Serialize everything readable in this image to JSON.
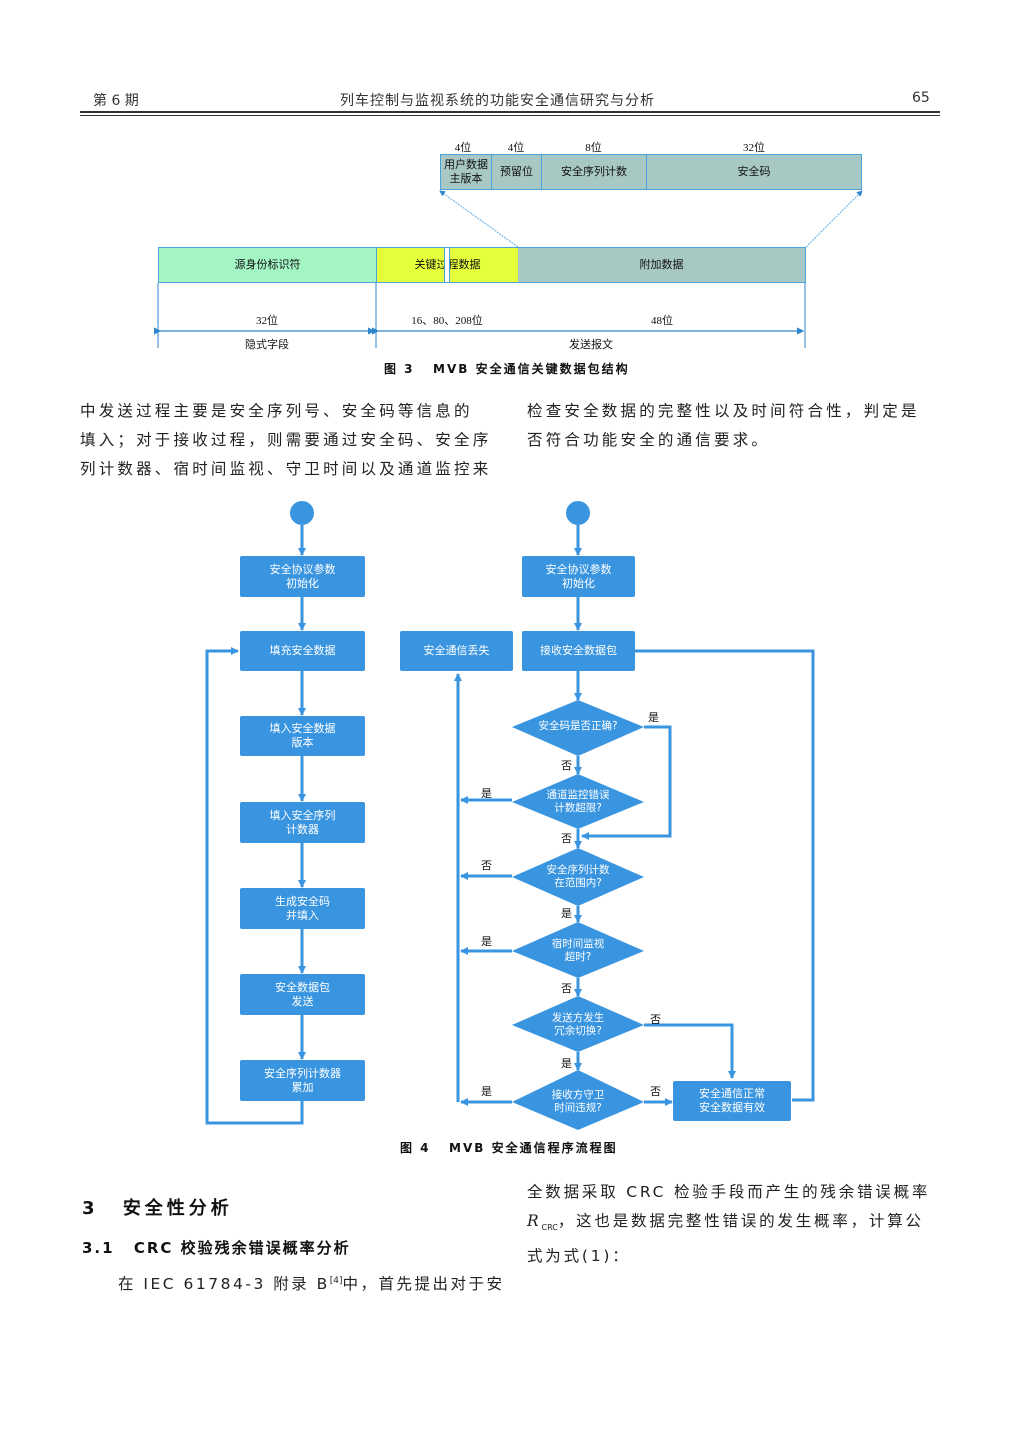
{
  "header": {
    "issue": "第 6 期",
    "title": "列车控制与监视系统的功能安全通信研究与分析",
    "page_number": "65"
  },
  "figure3": {
    "caption": "图 3   MVB 安全通信关键数据包结构",
    "detail_fields": [
      {
        "bits": "4位",
        "label": "用户数据\n主版本"
      },
      {
        "bits": "4位",
        "label": "预留位"
      },
      {
        "bits": "8位",
        "label": "安全序列计数"
      },
      {
        "bits": "32位",
        "label": "安全码"
      }
    ],
    "main_fields": [
      {
        "label": "源身份标识符",
        "bits": "32位",
        "color": "#a3f5c4"
      },
      {
        "label": "关键过程数据",
        "bits": "16、80、208位",
        "color": "#e5ff3a"
      },
      {
        "label": "附加数据",
        "bits": "48位",
        "color": "#a8c8c4"
      }
    ],
    "span_labels": {
      "implicit": "隐式字段",
      "sent": "发送报文"
    },
    "colors": {
      "detail_fill": "#a8c8c4",
      "border": "#4aa3e0"
    }
  },
  "paragraph_left": [
    "中发送过程主要是安全序列号、安全码等信息的",
    "填入；对于接收过程，则需要通过安全码、安全序",
    "列计数器、宿时间监视、守卫时间以及通道监控来"
  ],
  "paragraph_right": [
    "检查安全数据的完整性以及时间符合性，判定是",
    "否符合功能安全的通信要求。"
  ],
  "figure4": {
    "caption": "图 4   MVB 安全通信程序流程图",
    "accent_color": "#3a95e0",
    "send_flow": [
      "安全协议参数\n初始化",
      "填充安全数据",
      "填入安全数据\n版本",
      "填入安全序列\n计数器",
      "生成安全码\n并填入",
      "安全数据包\n发送",
      "安全序列计数器\n累加"
    ],
    "receive_flow": {
      "init": "安全协议参数\n初始化",
      "receive": "接收安全数据包",
      "lost": "安全通信丢失",
      "ok": "安全通信正常\n安全数据有效",
      "decisions": [
        {
          "text": "安全码是否正确?",
          "right": "是",
          "down": "否"
        },
        {
          "text": "通道监控错误\n计数超限?",
          "left": "是",
          "down": "否"
        },
        {
          "text": "安全序列计数\n在范围内?",
          "left": "否",
          "down": "是"
        },
        {
          "text": "宿时间监视\n超时?",
          "left": "是",
          "down": "否"
        },
        {
          "text": "发送方发生\n冗余切换?",
          "right": "否",
          "down": "是"
        },
        {
          "text": "接收方守卫\n时间违规?",
          "left": "是",
          "right": "否"
        }
      ]
    }
  },
  "section3": {
    "heading_number": "3",
    "heading": "安全性分析",
    "sub_number": "3.1",
    "sub_heading": "CRC 校验残余错误概率分析",
    "left_text": "在 IEC 61784-3 附录 B",
    "citation": "[4]",
    "left_text_tail": "中，首先提出对于安",
    "right_lines": [
      "全数据采取 CRC 检验手段而产生的残余错误概率",
      "，这也是数据完整性错误的发生概率，计算公",
      "式为式(1)："
    ],
    "symbol": "R",
    "symbol_sub": "CRC"
  }
}
